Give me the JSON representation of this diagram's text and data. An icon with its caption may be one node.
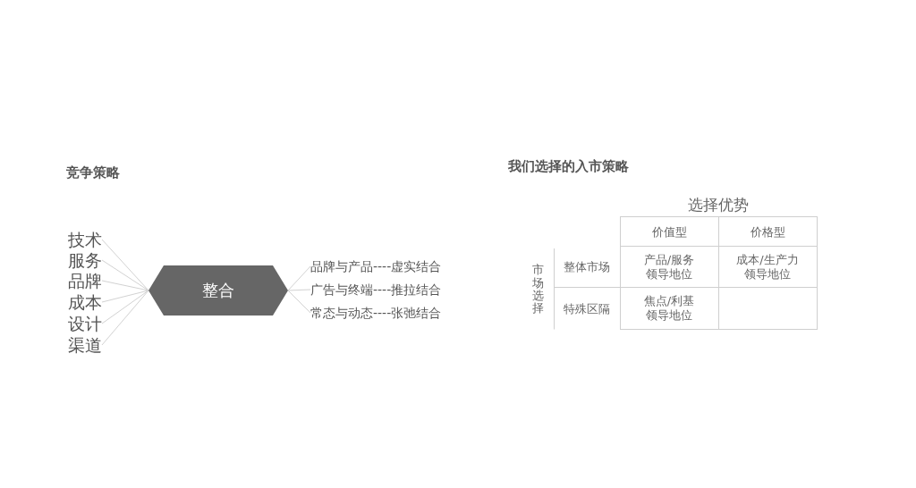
{
  "diagram": {
    "nodes": [
      {
        "text": [
          "技术"
        ]
      },
      {
        "text": [
          "服务"
        ]
      },
      {
        "text": [
          "品牌"
        ]
      },
      {
        "text": [
          "成本"
        ]
      },
      {
        "text": [
          "设计"
        ]
      },
      {
        "text": [
          "渠道"
        ]
      },
      {
        "text": [
          "整合"
        ]
      },
      {
        "text": [
          "品牌与产品----虚实结合"
        ]
      },
      {
        "text": [
          "广告与终端----推拉结合"
        ]
      },
      {
        "text": [
          "常态与动态----张弛结合"
        ]
      }
    ],
    "edges": [
      {
        "from": 0,
        "to": 6,
        "arrow": "none"
      },
      {
        "from": 1,
        "to": 6,
        "arrow": "none"
      },
      {
        "from": 2,
        "to": 6,
        "arrow": "none"
      },
      {
        "from": 3,
        "to": 6,
        "arrow": "none"
      },
      {
        "from": 4,
        "to": 6,
        "arrow": "none"
      },
      {
        "from": 5,
        "to": 6,
        "arrow": "none"
      },
      {
        "from": 6,
        "to": 7,
        "arrow": "none"
      },
      {
        "from": 6,
        "to": 8,
        "arrow": "none"
      },
      {
        "from": 6,
        "to": 9,
        "arrow": "none"
      }
    ],
    "labels": [
      "竞争策略",
      "我们选择的入市策略",
      "选择优势",
      "价值型",
      "价格型",
      "市场选择",
      "整体市场",
      "产品/服务领导地位",
      "成本/生产力领导地位",
      "特殊区隔",
      "焦点/利基领导地位"
    ]
  }
}
